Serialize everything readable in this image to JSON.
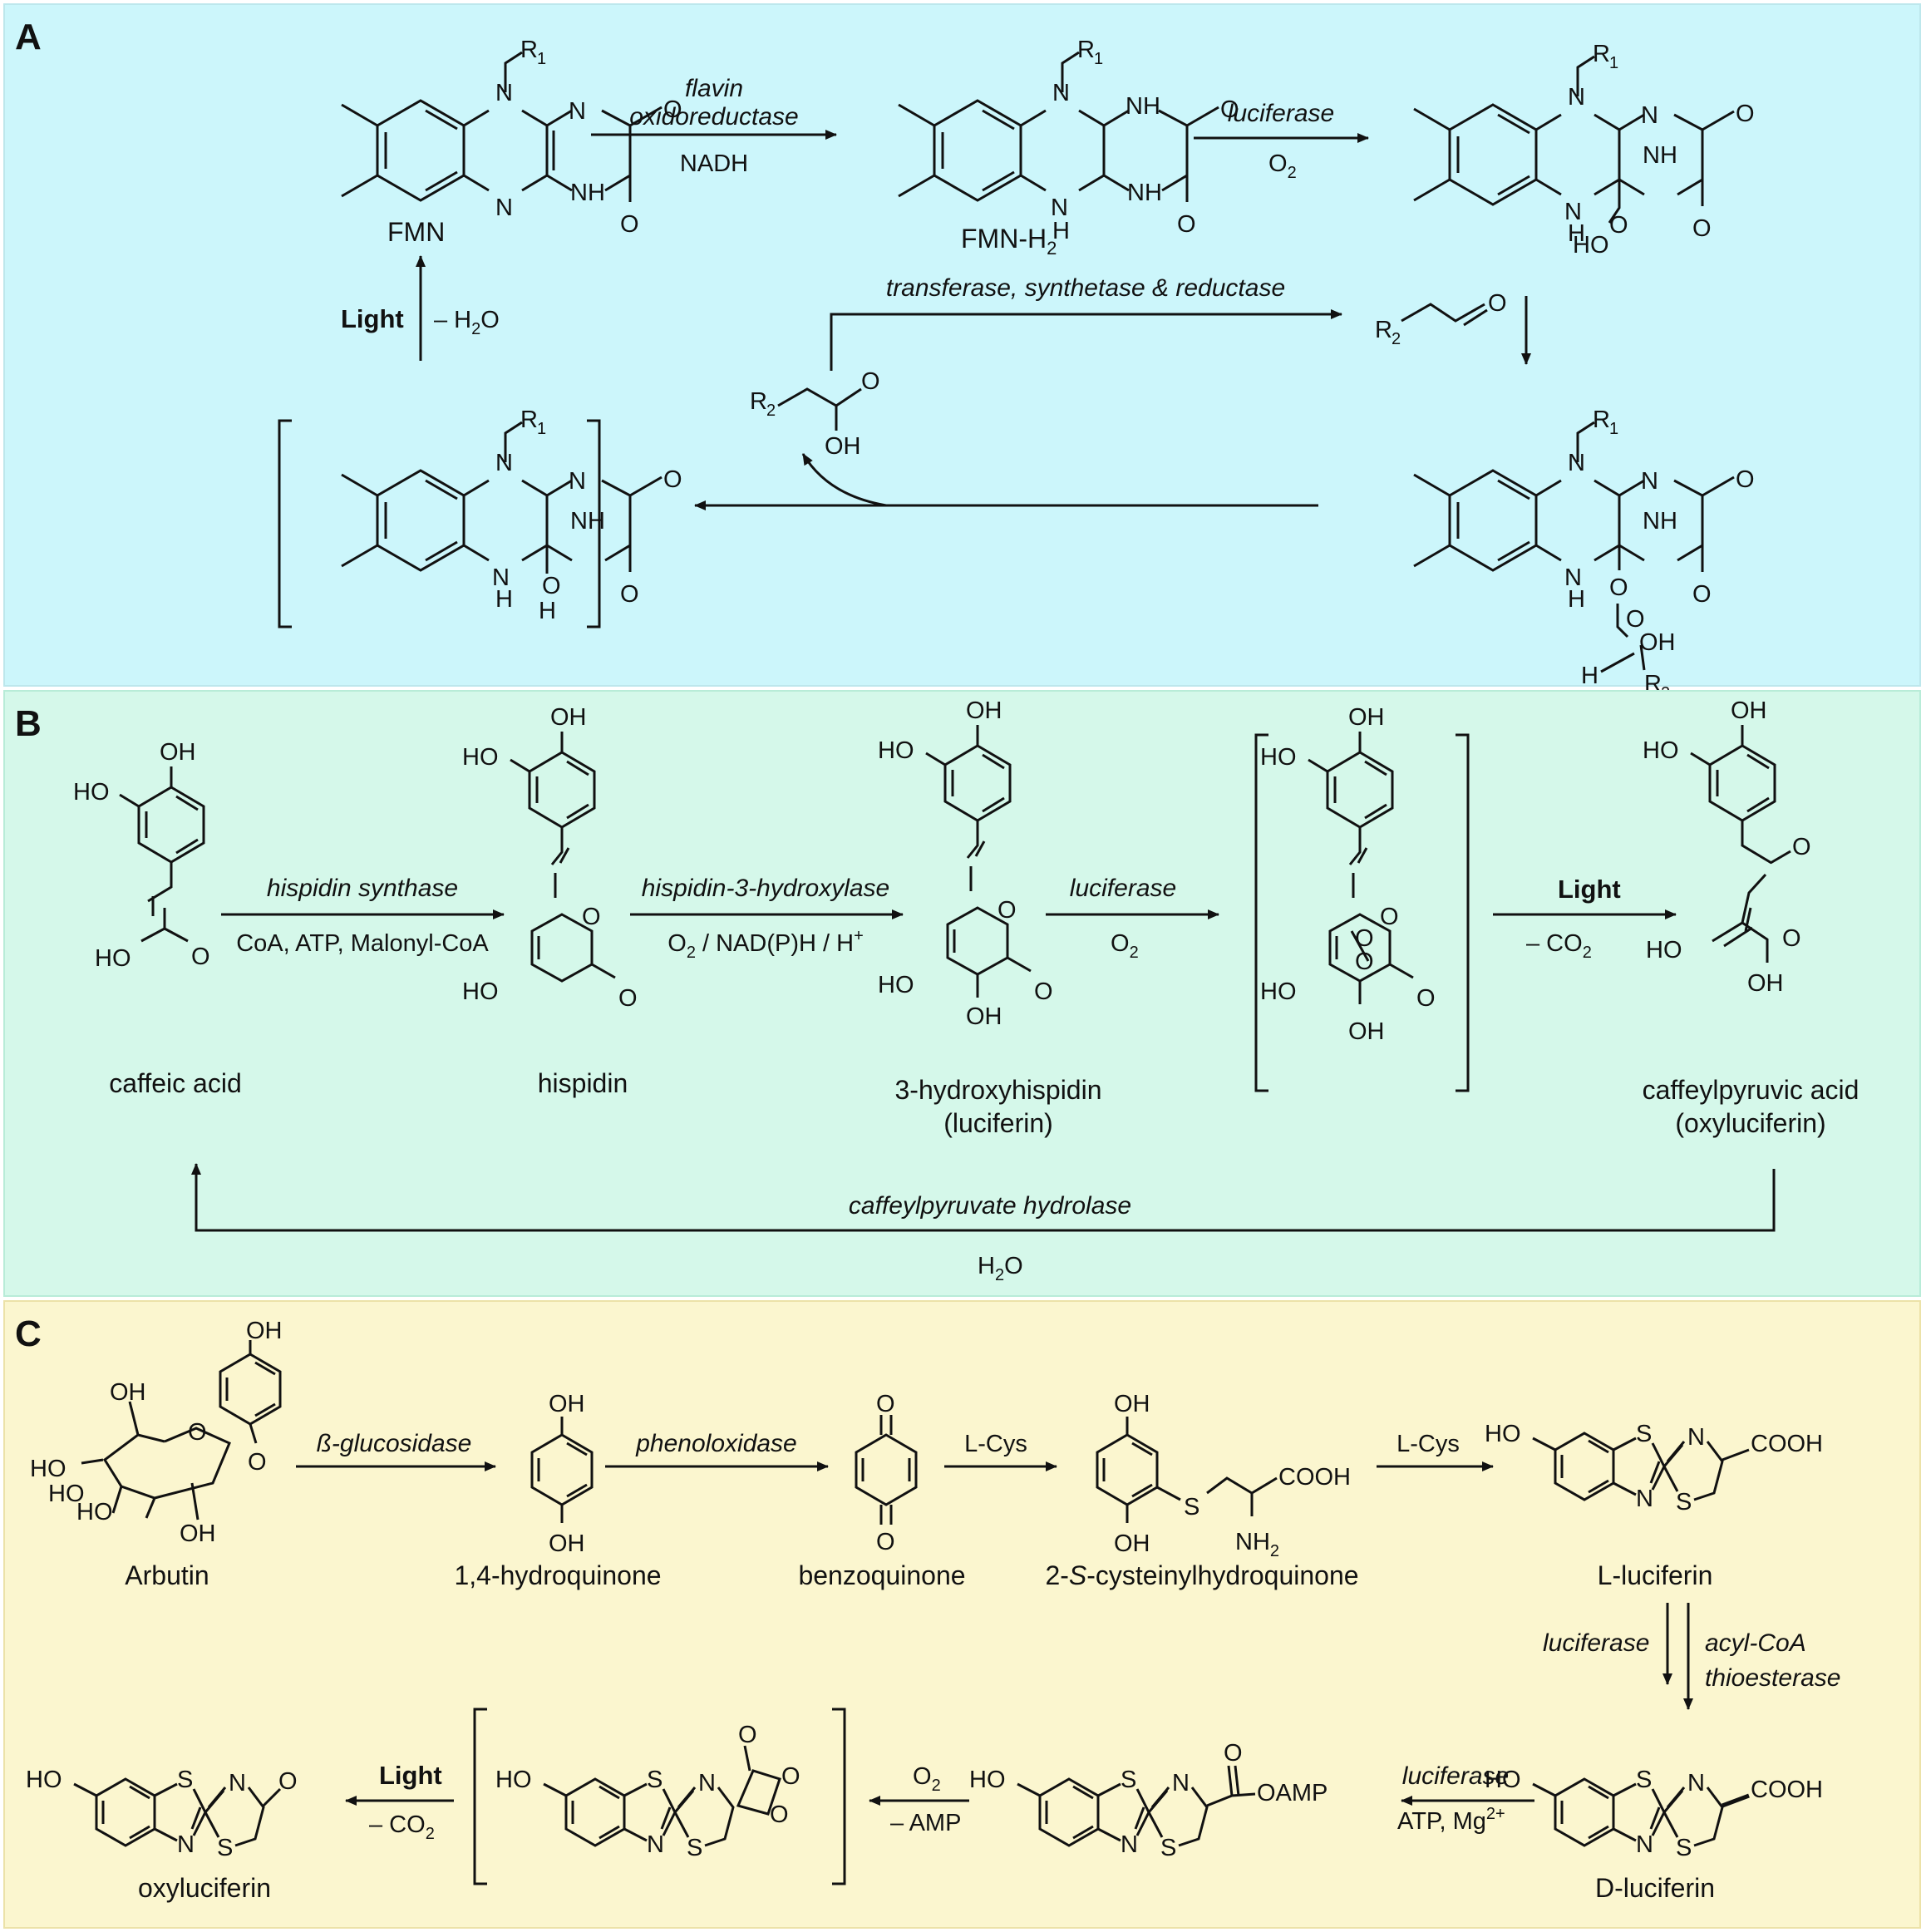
{
  "colors": {
    "panel_a_bg": "#ccf6fb",
    "panel_b_bg": "#d5f8ea",
    "panel_c_bg": "#fbf6cf",
    "border": "#bde7ec",
    "ink": "#111111"
  },
  "panel_a": {
    "letter": "A",
    "labels": {
      "fmn": "FMN",
      "fmnh2": "FMN-H",
      "fmnh2_sub": "2"
    },
    "enzymes": {
      "flavin1": "flavin",
      "flavin2": "oxidoreductase",
      "luciferase": "luciferase",
      "tsr": "transferase, synthetase & reductase"
    },
    "conditions": {
      "nadh": "NADH",
      "o2": "O",
      "o2_sub": "2",
      "light": "Light",
      "minus_h2o": "– H",
      "minus_h2o_sub": "2",
      "minus_h2o_tail": "O"
    },
    "atoms": {
      "r1": "R",
      "r1_sub": "1",
      "r2": "R",
      "r2_sub": "2",
      "n": "N",
      "nh": "NH",
      "h": "H",
      "o": "O",
      "oh": "OH",
      "ho": "HO"
    }
  },
  "panel_b": {
    "letter": "B",
    "labels": {
      "caffeic": "caffeic acid",
      "hispidin": "hispidin",
      "hydroxy1": "3-hydroxyhispidin",
      "hydroxy2": "(luciferin)",
      "caff1": "caffeylpyruvic acid",
      "caff2": "(oxyluciferin)"
    },
    "enzymes": {
      "hs": "hispidin synthase",
      "h3h": "hispidin-3-hydroxylase",
      "luc": "luciferase",
      "cph": "caffeylpyruvate hydrolase"
    },
    "conditions": {
      "coa": "CoA, ATP, Malonyl-CoA",
      "o2nad_a": "O",
      "o2nad_sub": "2",
      "o2nad_b": " / NAD(P)H / H",
      "o2nad_sup": "+",
      "o2": "O",
      "o2_sub": "2",
      "light": "Light",
      "mco2": "– CO",
      "mco2_sub": "2",
      "h2o_a": "H",
      "h2o_sub": "2",
      "h2o_b": "O"
    },
    "atoms": {
      "oh": "OH",
      "ho": "HO",
      "o": "O"
    }
  },
  "panel_c": {
    "letter": "C",
    "labels": {
      "arbutin": "Arbutin",
      "hq": "1,4-hydroquinone",
      "bq": "benzoquinone",
      "cys_a": "2-",
      "cys_s": "S",
      "cys_b": "-cysteinylhydroquinone",
      "lluc": "L-luciferin",
      "dluc": "D-luciferin",
      "oxy": "oxyluciferin"
    },
    "enzymes": {
      "bglu": "ß-glucosidase",
      "phen": "phenoloxidase",
      "luc": "luciferase",
      "acyl1": "acyl-CoA",
      "acyl2": "thioesterase"
    },
    "conditions": {
      "lcys": "L-Cys",
      "atp_a": "ATP, Mg",
      "atp_sup": "2+",
      "o2": "O",
      "o2_sub": "2",
      "mamp": "– AMP",
      "light": "Light",
      "mco2": "– CO",
      "mco2_sub": "2"
    },
    "atoms": {
      "oh": "OH",
      "ho": "HO",
      "o": "O",
      "s": "S",
      "n": "N",
      "cooh": "COOH",
      "nh2": "NH",
      "nh2_sub": "2",
      "oamp": "OAMP"
    }
  }
}
